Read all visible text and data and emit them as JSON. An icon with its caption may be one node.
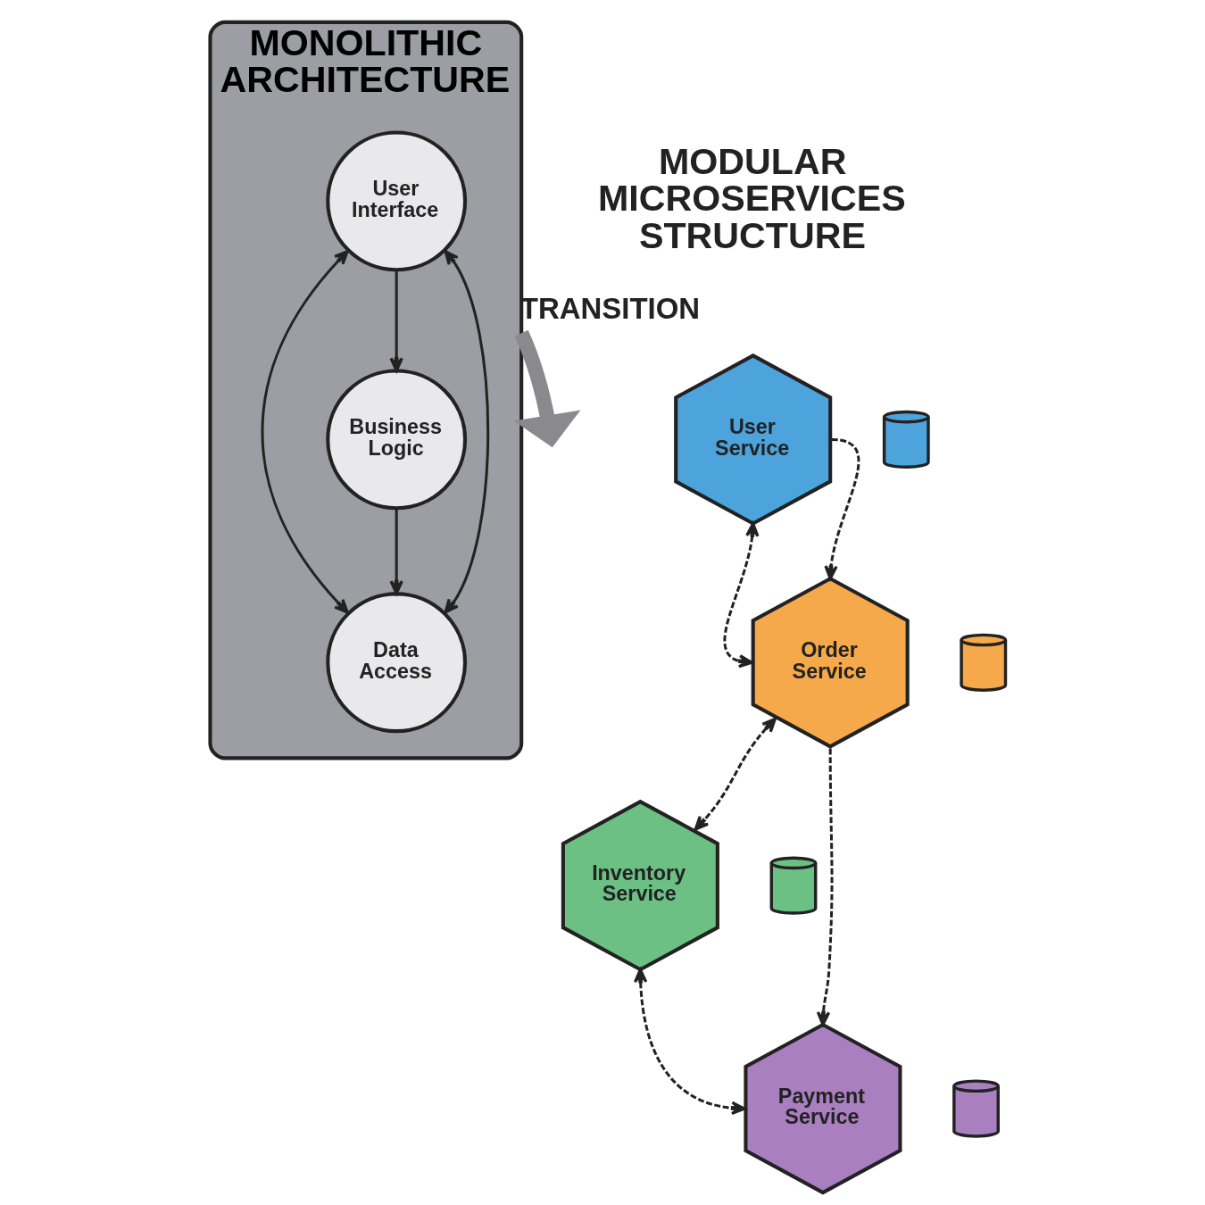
{
  "diagram": {
    "nodes": [
      {
        "text": [
          "MONOLITHIC ARCHITECTURE"
        ]
      },
      {
        "text": [
          "User Interface"
        ],
        "in": 0
      },
      {
        "text": [
          "Business Logic"
        ],
        "in": 0
      },
      {
        "text": [
          "Data Access"
        ],
        "in": 0
      },
      {
        "text": [
          "User Service"
        ]
      },
      {
        "text": [],
        "shape": "cylinder"
      },
      {
        "text": [
          "Order Service"
        ]
      },
      {
        "text": [],
        "shape": "cylinder"
      },
      {
        "text": [
          "Inventory Service"
        ]
      },
      {
        "text": [],
        "shape": "cylinder"
      },
      {
        "text": [
          "Payment Service"
        ]
      },
      {
        "text": [],
        "shape": "cylinder"
      }
    ],
    "edges": [
      {
        "from": 1,
        "to": 2,
        "arrow": "to"
      },
      {
        "from": 2,
        "to": 3,
        "arrow": "to"
      },
      {
        "from": 1,
        "to": 3,
        "arrow": "both"
      },
      {
        "from": 1,
        "to": 3,
        "arrow": "both"
      },
      {
        "from": 0,
        "to": null,
        "arrow": "to",
        "label": "TRANSITION",
        "style": "thick",
        "color": "#8a8a8e"
      },
      {
        "from": 4,
        "to": 6,
        "arrow": "to",
        "style": "dashed"
      },
      {
        "from": 4,
        "to": 6,
        "arrow": "both",
        "style": "dashed"
      },
      {
        "from": 6,
        "to": 8,
        "arrow": "both",
        "style": "dashed"
      },
      {
        "from": 6,
        "to": 10,
        "arrow": "to",
        "style": "dashed"
      },
      {
        "from": 8,
        "to": 10,
        "arrow": "both",
        "style": "dashed"
      }
    ],
    "labels": [
      "MODULAR MICROSERVICES STRUCTURE"
    ]
  }
}
